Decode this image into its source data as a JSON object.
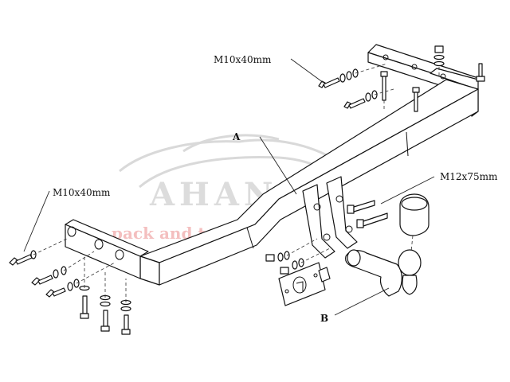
{
  "labels": {
    "bolt_upper_right": "M10x40mm",
    "bolt_left": "M10x40mm",
    "bolt_ball": "M12x75mm",
    "part_a": "A",
    "part_b": "B"
  },
  "watermark": {
    "brand": "AHANA",
    "tagline": "pack and transit",
    "color_brand": "#d9d9d9",
    "color_tagline": "#f3b9b9"
  },
  "colors": {
    "line": "#111111",
    "background": "#ffffff"
  }
}
